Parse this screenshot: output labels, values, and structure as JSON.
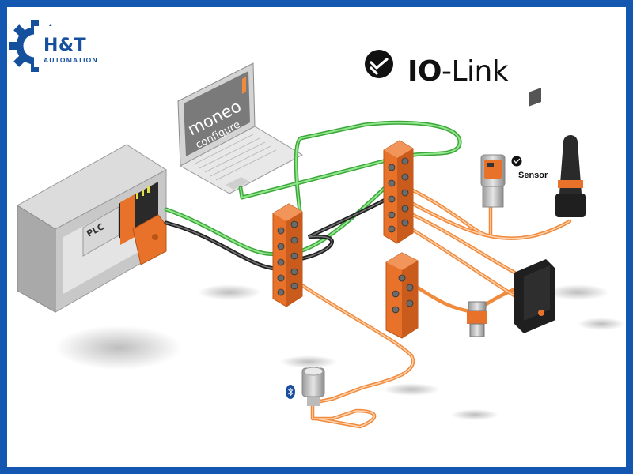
{
  "logo": {
    "name": "H&T",
    "sub": "AUTOMATION",
    "color": "#15509c"
  },
  "brand": {
    "io": "IO",
    "rest": "-Link"
  },
  "laptop": {
    "line1": "moneo",
    "line2": "configure"
  },
  "plc": {
    "label": "PLC"
  },
  "sensor_tag": {
    "label": "Sensor",
    "icon": "io-link-icon"
  },
  "colors": {
    "frame": "#1457b0",
    "orange_cable": "#f08a3c",
    "green_cable": "#4cc24a",
    "black_cable": "#2b2b2b",
    "module_orange": "#e8722a"
  }
}
